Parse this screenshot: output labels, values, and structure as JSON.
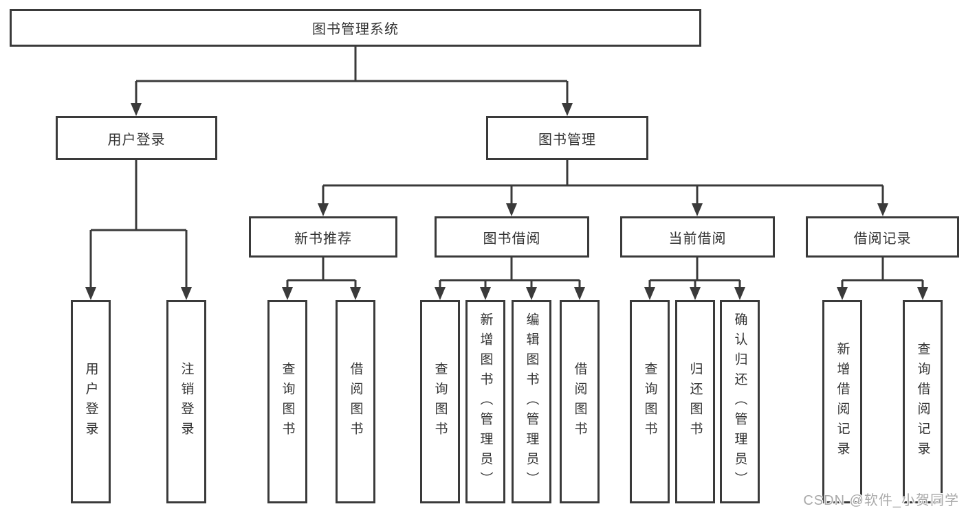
{
  "title": "图书管理系统",
  "colors": {
    "line": "#3a3a3a",
    "text": "#333333",
    "background": "#ffffff",
    "watermark": "#a9a9a9"
  },
  "tree": {
    "root": {
      "label": "图书管理系统"
    },
    "children": [
      {
        "label": "用户登录",
        "children": [
          "用户登录",
          "注销登录"
        ]
      },
      {
        "label": "图书管理",
        "children": [
          {
            "label": "新书推荐",
            "children": [
              "查询图书",
              "借阅图书"
            ]
          },
          {
            "label": "图书借阅",
            "children": [
              "查询图书",
              "新增图书（管理员）",
              "编辑图书（管理员）",
              "借阅图书"
            ]
          },
          {
            "label": "当前借阅",
            "children": [
              "查询图书",
              "归还图书",
              "确认归还（管理员）"
            ]
          },
          {
            "label": "借阅记录",
            "children": [
              "新增借阅记录",
              "查询借阅记录"
            ]
          }
        ]
      }
    ]
  },
  "watermark": "CSDN @软件_小贺同学"
}
